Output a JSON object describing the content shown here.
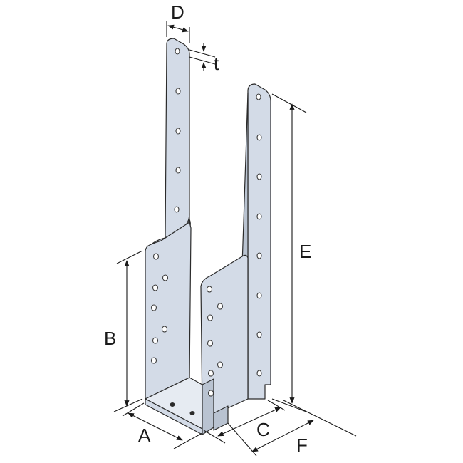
{
  "dimensions": {
    "A": "A",
    "B": "B",
    "C": "C",
    "D": "D",
    "E": "E",
    "F": "F",
    "t": "t"
  }
}
